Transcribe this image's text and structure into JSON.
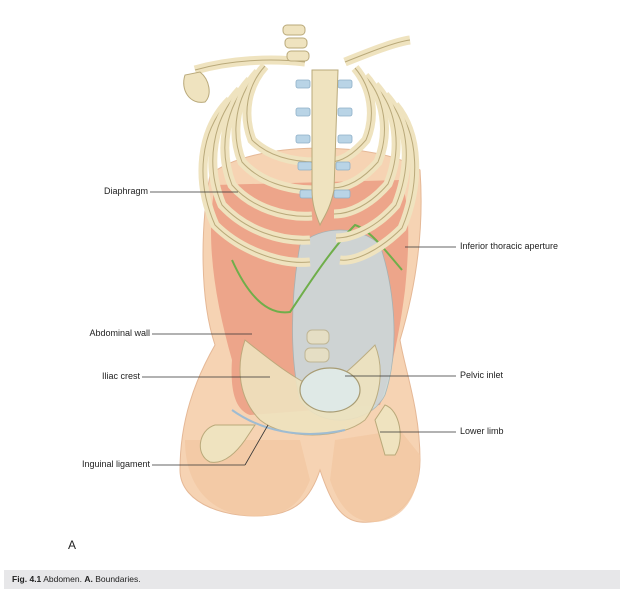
{
  "figure": {
    "panel_letter": "A",
    "caption": {
      "number": "Fig. 4.1",
      "title": "Abdomen.",
      "panel": "A.",
      "text": "Boundaries."
    }
  },
  "labels": {
    "diaphragm": "Diaphragm",
    "abdominal_wall": "Abdominal wall",
    "iliac_crest": "Iliac crest",
    "inguinal_ligament": "Inguinal ligament",
    "inferior_thoracic_aperture": "Inferior thoracic aperture",
    "pelvic_inlet": "Pelvic inlet",
    "lower_limb": "Lower limb"
  },
  "colors": {
    "skin": "#f6d3b3",
    "bone": "#efe3bf",
    "cartilage": "#b9d4e6",
    "muscle": "#e9957c",
    "aperture_line": "#6fae4a",
    "viscera": "#c9dce0"
  }
}
